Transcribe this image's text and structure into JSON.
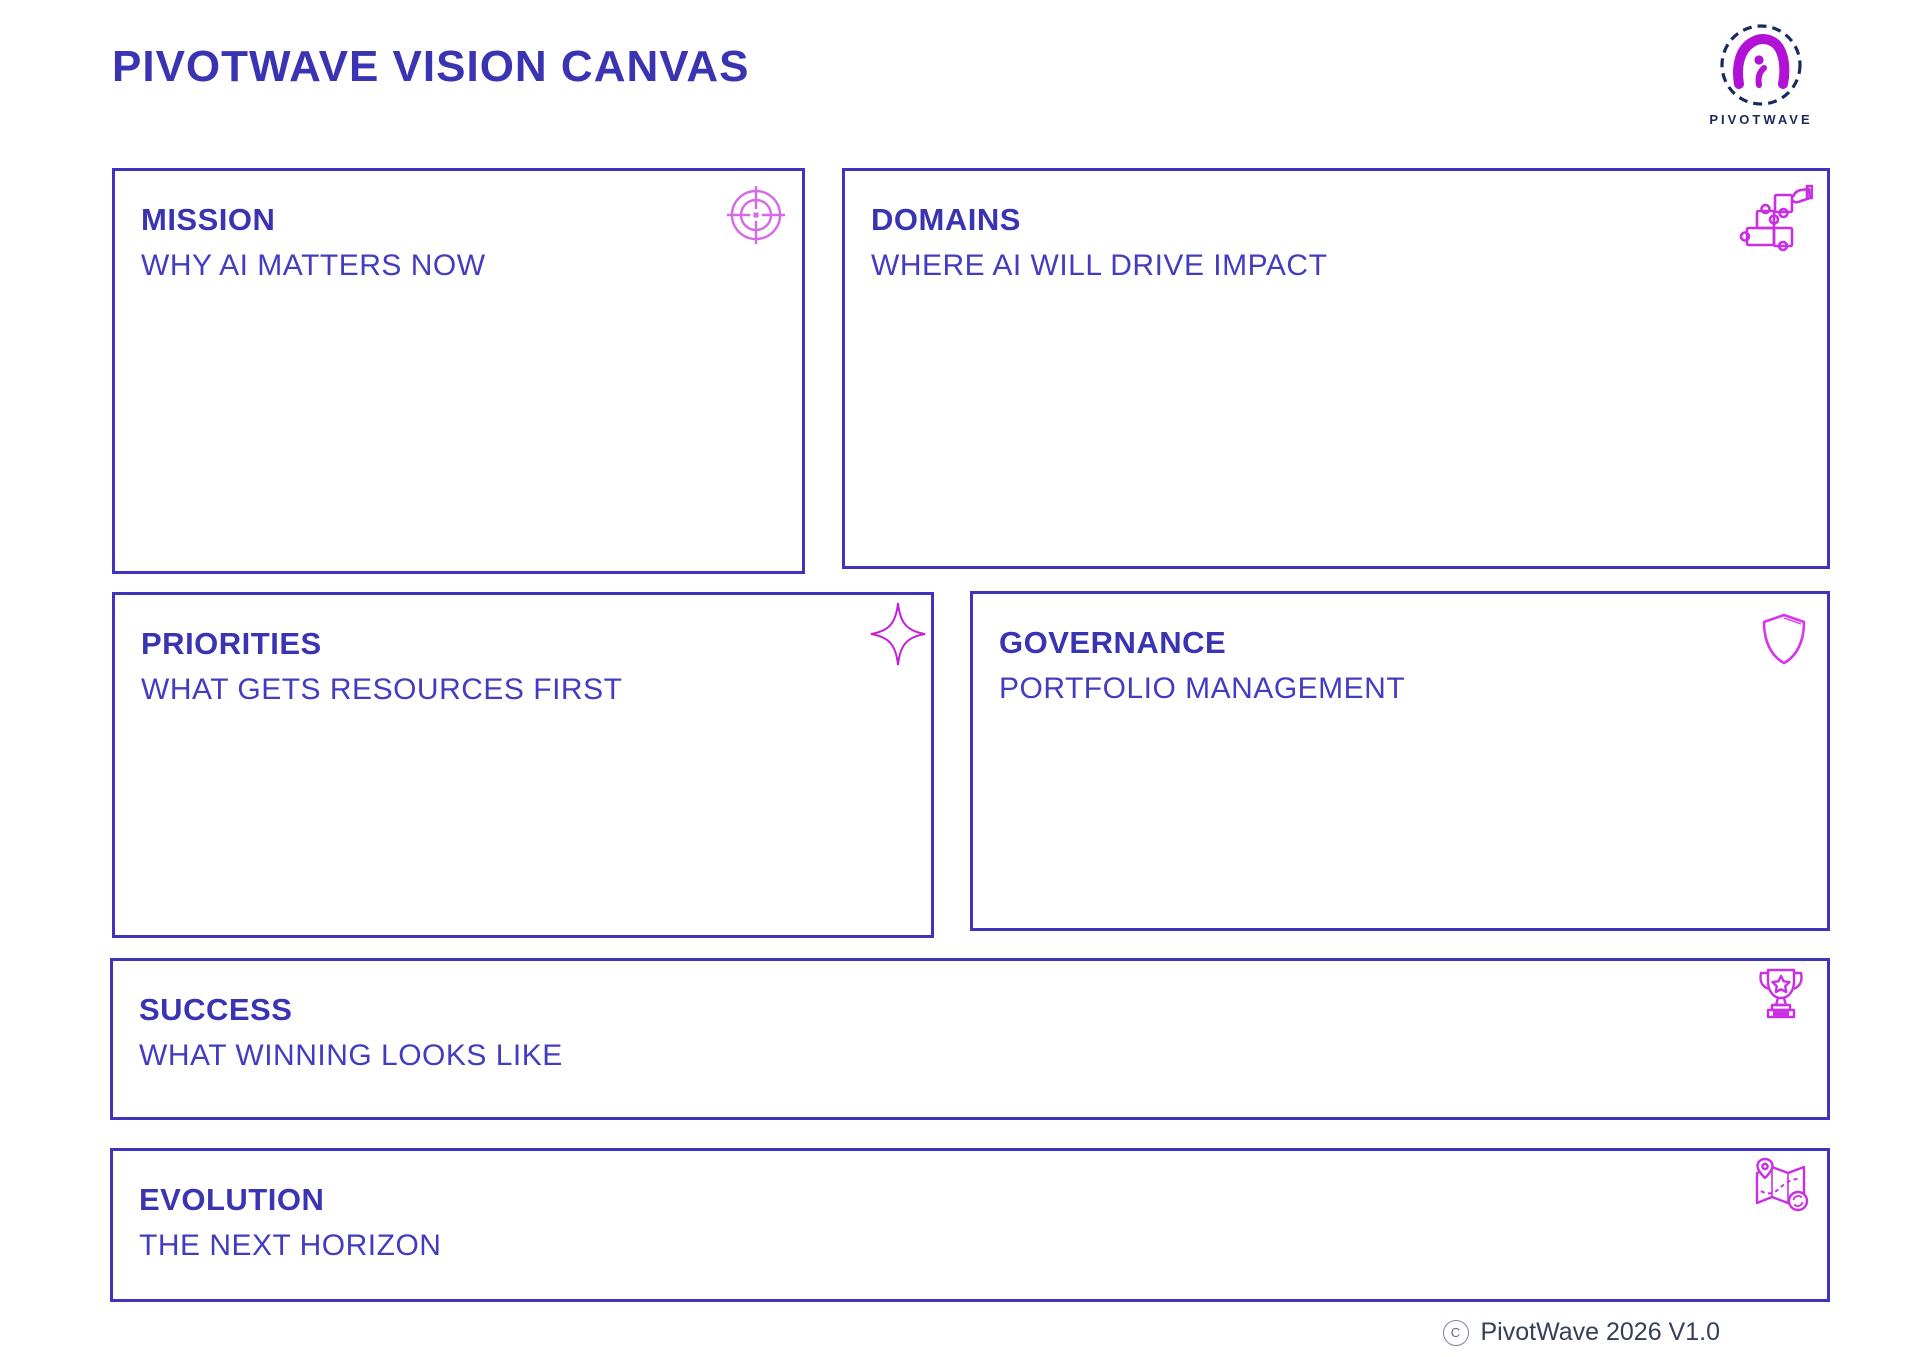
{
  "page": {
    "title": "PIVOTWAVE VISION CANVAS"
  },
  "logo": {
    "brand": "PIVOTWAVE"
  },
  "boxes": [
    {
      "id": "mission",
      "title": "MISSION",
      "subtitle": "WHY AI MATTERS NOW",
      "icon": "target-icon"
    },
    {
      "id": "domains",
      "title": "DOMAINS",
      "subtitle": "WHERE AI WILL DRIVE IMPACT",
      "icon": "puzzle-icon"
    },
    {
      "id": "priorities",
      "title": "PRIORITIES",
      "subtitle": "WHAT GETS RESOURCES FIRST",
      "icon": "sparkle-icon"
    },
    {
      "id": "governance",
      "title": "GOVERNANCE",
      "subtitle": "PORTFOLIO MANAGEMENT",
      "icon": "shield-icon"
    },
    {
      "id": "success",
      "title": "SUCCESS",
      "subtitle": "WHAT WINNING LOOKS LIKE",
      "icon": "trophy-icon"
    },
    {
      "id": "evolution",
      "title": "EVOLUTION",
      "subtitle": "THE NEXT HORIZON",
      "icon": "map-icon"
    }
  ],
  "footer": {
    "copyright_symbol": "C",
    "text": "PivotWave 2026 V1.0"
  },
  "colors": {
    "indigo_text": "#3a33b2",
    "indigo_border": "#4034bd",
    "magenta_icon": "#c92fe3",
    "navy_brand": "#1b2a5e",
    "footer_text": "#343f58"
  }
}
